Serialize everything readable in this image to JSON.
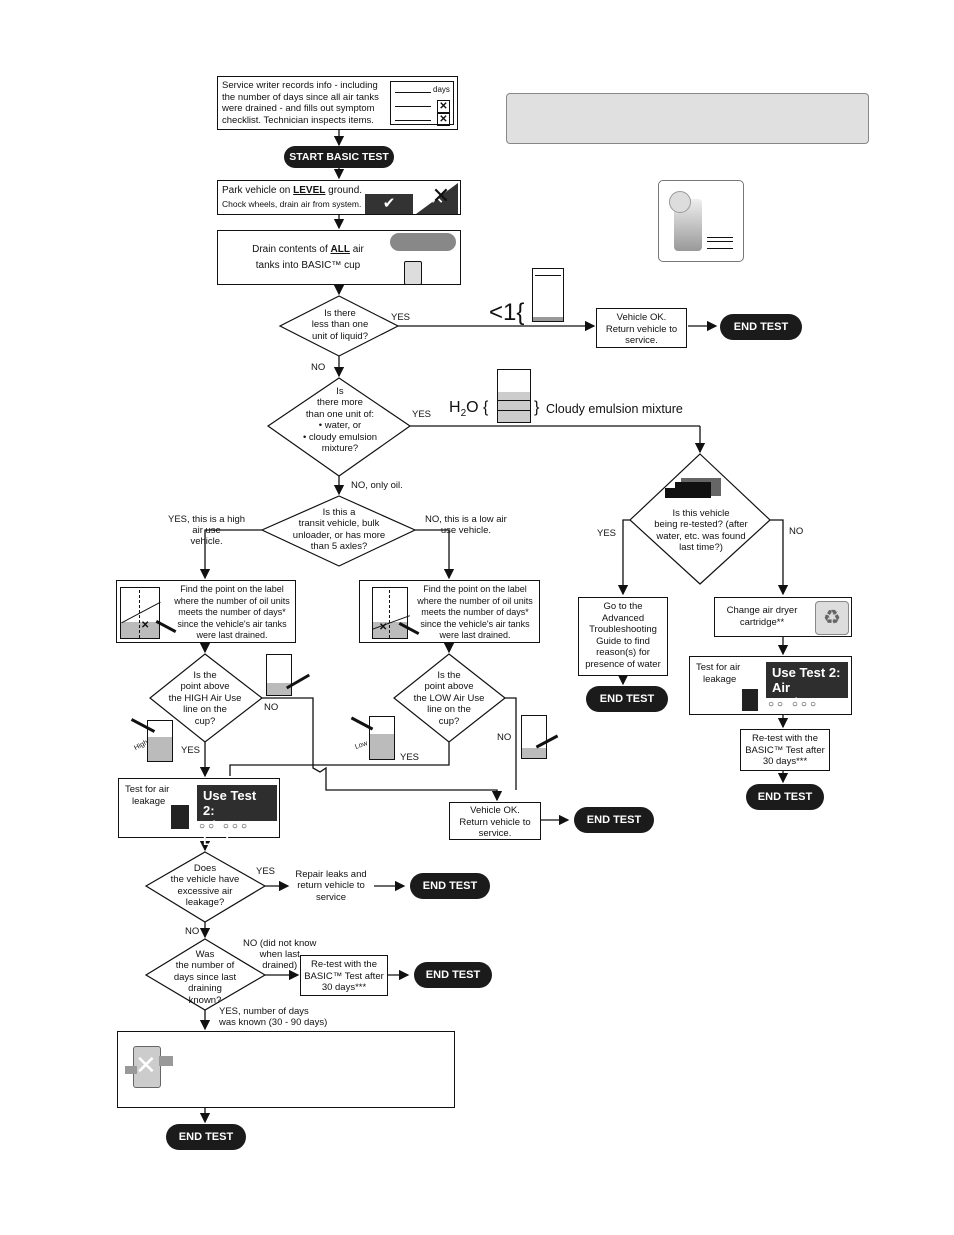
{
  "intro": {
    "lines": [
      "Service writer records info - including",
      "the number of days since all air tanks",
      "were drained - and fills out symptom",
      "checklist. Technician inspects items."
    ],
    "form_label": "days"
  },
  "start_label": "START BASIC TEST",
  "park": {
    "pre": "Park vehicle on ",
    "emph": "LEVEL",
    "post": " ground.",
    "line2": "Chock wheels, drain air from system."
  },
  "drain": {
    "pre": "Drain contents of ",
    "emph": "ALL",
    "post": " air",
    "line2": "tanks into BASIC™ cup"
  },
  "q1": {
    "lines": [
      "Is there",
      "less than one",
      "unit of liquid?"
    ],
    "yes": "YES",
    "no": "NO"
  },
  "less_one": "<1{",
  "ok1": {
    "lines": [
      "Vehicle OK.",
      "Return vehicle to",
      "service."
    ]
  },
  "end": "END TEST",
  "q2": {
    "lines": [
      "Is",
      "there more",
      "than one unit of:",
      "• water, or",
      "• cloudy emulsion",
      "mixture?"
    ],
    "yes": "YES",
    "no": "NO, only oil."
  },
  "h2o": {
    "symbol": "H",
    "sub": "2",
    "rest": "O {",
    "close": "}",
    "label": "Cloudy emulsion mixture"
  },
  "q3": {
    "lines": [
      "Is this a",
      "transit vehicle, bulk",
      "unloader, or has more",
      "than 5 axles?"
    ],
    "yes": [
      "YES, this is a high",
      "air use",
      "vehicle."
    ],
    "no": [
      "NO, this is a low air",
      "use vehicle."
    ]
  },
  "retest_q": {
    "lines": [
      "Is this vehicle",
      "being re-tested? (after",
      "water, etc. was found",
      "last time?)"
    ],
    "yes": "YES",
    "no": "NO"
  },
  "find_high": {
    "lines": [
      "Find the point on the label",
      "where the number of oil units",
      "meets the number of days*",
      "since the vehicle's air tanks",
      "were last drained."
    ]
  },
  "find_low": {
    "lines": [
      "Find the point on the label",
      "where the number of oil units",
      "meets the number of days*",
      "since the vehicle's air tanks",
      "were last drained."
    ]
  },
  "advanced": {
    "lines": [
      "Go to the",
      "Advanced",
      "Troubleshooting",
      "Guide to find",
      "reason(s) for",
      "presence of water"
    ]
  },
  "dryer": {
    "lines": [
      "Change air dryer",
      "cartridge**"
    ]
  },
  "q_high": {
    "lines": [
      "Is the",
      "point above",
      "the HIGH Air Use",
      "line on the",
      "cup?"
    ],
    "yes": "YES",
    "no": "NO"
  },
  "q_low": {
    "lines": [
      "Is the",
      "point above",
      "the LOW Air Use",
      "line on the",
      "cup?"
    ],
    "yes": "YES",
    "no": "NO"
  },
  "air_test": {
    "lines": [
      "Test for air",
      "leakage"
    ],
    "panel": [
      "Use Test 2:",
      "Air Leakage"
    ]
  },
  "air_test_right": {
    "lines": [
      "Test for air",
      "leakage"
    ],
    "panel": [
      "Use Test 2:",
      "Air Leakage"
    ]
  },
  "retest_right": {
    "lines": [
      "Re-test with the",
      "BASIC™ Test after",
      "30 days***"
    ]
  },
  "ok2": {
    "lines": [
      "Vehicle OK.",
      "Return vehicle to",
      "service."
    ]
  },
  "q_leak": {
    "lines": [
      "Does",
      "the vehicle have",
      "excessive air",
      "leakage?"
    ],
    "yes": "YES",
    "no": "NO"
  },
  "repair": {
    "lines": [
      "Repair leaks and",
      "return vehicle to",
      "service"
    ]
  },
  "q_days": {
    "lines": [
      "Was",
      "the number of",
      "days since last",
      "draining",
      "known?"
    ],
    "no": [
      "NO (did not know",
      "when last",
      "drained)"
    ],
    "yes": [
      "YES, number of days",
      "was known (30 - 90 days)"
    ]
  },
  "retest_bottom": {
    "lines": [
      "Re-test with the",
      "BASIC™ Test after",
      "30 days***"
    ]
  },
  "cup_labels": {
    "high": "High",
    "low": "Low"
  }
}
